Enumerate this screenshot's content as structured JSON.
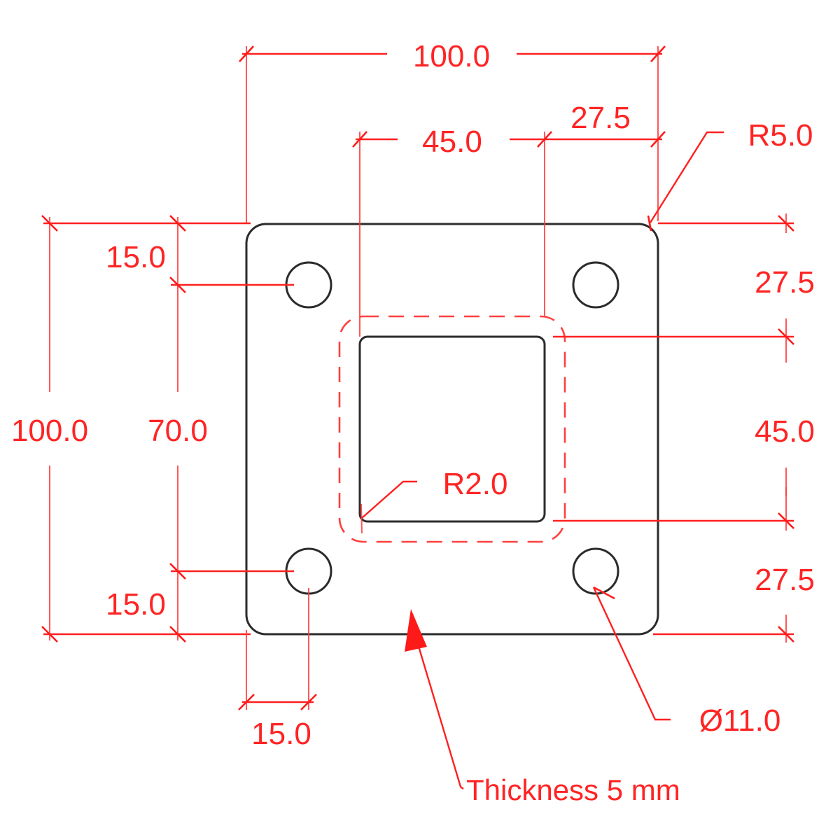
{
  "drawing": {
    "title": "Square base plate dimension drawing",
    "colors": {
      "dimension": "#ff2020",
      "part_outline": "#2b2b2b",
      "background": "#ffffff"
    },
    "plate": {
      "width": "100.0",
      "height": "100.0",
      "corner_radius": "R5.0",
      "thickness_note": "Thickness 5 mm"
    },
    "center_cutout": {
      "width": "45.0",
      "height": "45.0",
      "corner_radius": "R2.0",
      "offset_top_label": "27.5",
      "offset_right_label": "27.5",
      "offset_bottom_label": "27.5"
    },
    "holes": {
      "diameter": "Ø11.0",
      "edge_offset_top": "15.0",
      "edge_offset_bottom": "15.0",
      "edge_offset_left": "15.0",
      "vertical_spacing": "70.0",
      "count": 4
    },
    "dimensions": {
      "top_overall": "100.0",
      "top_cutout": "45.0",
      "top_cutout_right": "27.5",
      "right_top": "27.5",
      "right_middle": "45.0",
      "right_bottom": "27.5",
      "left_overall": "100.0",
      "left_hole_spacing": "70.0",
      "left_top_offset": "15.0",
      "left_bottom_offset": "15.0",
      "bottom_hole_offset": "15.0",
      "corner_radius": "R5.0",
      "cutout_radius": "R2.0",
      "hole_diameter": "Ø11.0",
      "thickness": "Thickness 5 mm"
    }
  }
}
